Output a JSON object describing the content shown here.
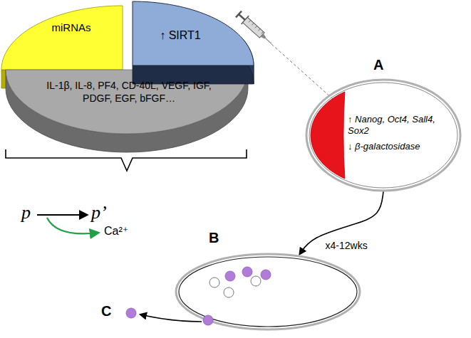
{
  "diagram": {
    "nodes": [
      {
        "text": [
          "miRNAs"
        ]
      },
      {
        "text": [
          "↑ SIRT1"
        ]
      },
      {
        "text": [
          "IL-1β, IL-8, PF4, CD-40L, VEGF, IGF, PDGF, EGF, bFGF…"
        ]
      },
      {
        "text": [
          "A",
          "↑ Nanog, Oct4, Sall4, Sox2",
          "↓ β-galactosidase"
        ]
      },
      {
        "text": [
          "B"
        ]
      }
    ],
    "edges": [
      {
        "from": 3,
        "to": 4,
        "arrow": "to",
        "label": "x4-12wks"
      }
    ],
    "labels": [
      "p",
      "p’",
      "Ca²⁺",
      "C"
    ]
  }
}
